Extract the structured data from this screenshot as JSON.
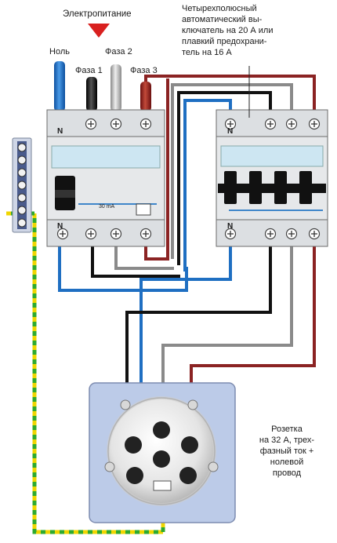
{
  "labels": {
    "power_supply": "Электропитание",
    "neutral": "Ноль",
    "phase1": "Фаза 1",
    "phase2": "Фаза 2",
    "phase3": "Фаза 3",
    "breaker_note": [
      "Четырехполюсный",
      "автоматический вы-",
      "ключатель на 20 А или",
      "плавкий предохрани-",
      "тель на 16 А"
    ],
    "socket_note": [
      "Розетка",
      "на 32 А, трех-",
      "фазный ток +",
      "нолевой",
      "провод"
    ]
  },
  "rcd": {
    "pole_letter_top": "N",
    "pole_letter_bottom": "N",
    "current_rating": "30 mA"
  },
  "breaker": {
    "pole_letter_top": "N",
    "pole_letter_bottom": "N"
  },
  "colors": {
    "neutral_wire": "#1f6fc2",
    "phase1_wire": "#111111",
    "phase2_wire": "#9a9a9a",
    "phase3_wire": "#8b2323",
    "earth_wire_yellow": "#f0d600",
    "earth_wire_green": "#2eaa2e",
    "device_body": "#e6e8ea",
    "device_window": "#cde6f2",
    "socket_plate": "#bccbe8",
    "arrow": "#d9201f"
  }
}
